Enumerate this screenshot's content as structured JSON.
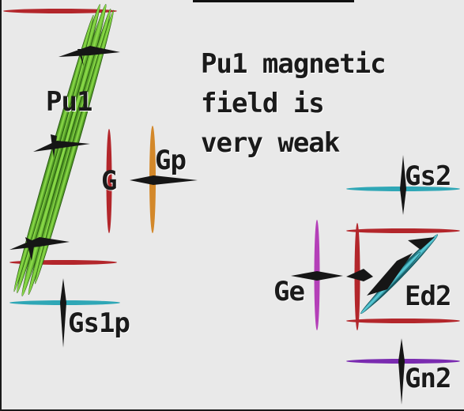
{
  "labels": {
    "pu1": "Pu1",
    "g": "G",
    "gp": "Gp",
    "gs1p": "Gs1p",
    "ge": "Ge",
    "gs2": "Gs2",
    "ed2": "Ed2",
    "gn2": "Gn2"
  },
  "note": "Pu1 magnetic field is very weak",
  "colors": {
    "background": "#e9e9e9",
    "red": "#b3262b",
    "orange": "#d3882a",
    "cyan": "#2fa7b6",
    "magenta": "#b43fb8",
    "purple": "#7a2bb0",
    "green": "#5cb82a",
    "dark": "#161616"
  }
}
